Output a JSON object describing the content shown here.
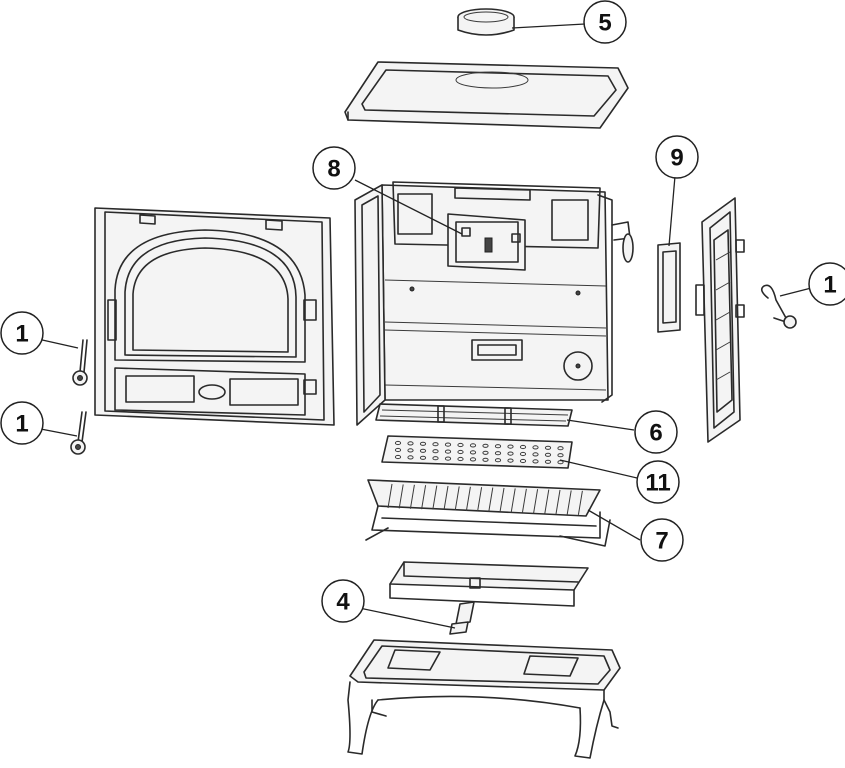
{
  "callouts": {
    "c1a": "1",
    "c1b": "1",
    "c1c": "1",
    "c4": "4",
    "c5": "5",
    "c6": "6",
    "c7": "7",
    "c8": "8",
    "c9": "9",
    "c11": "11"
  }
}
